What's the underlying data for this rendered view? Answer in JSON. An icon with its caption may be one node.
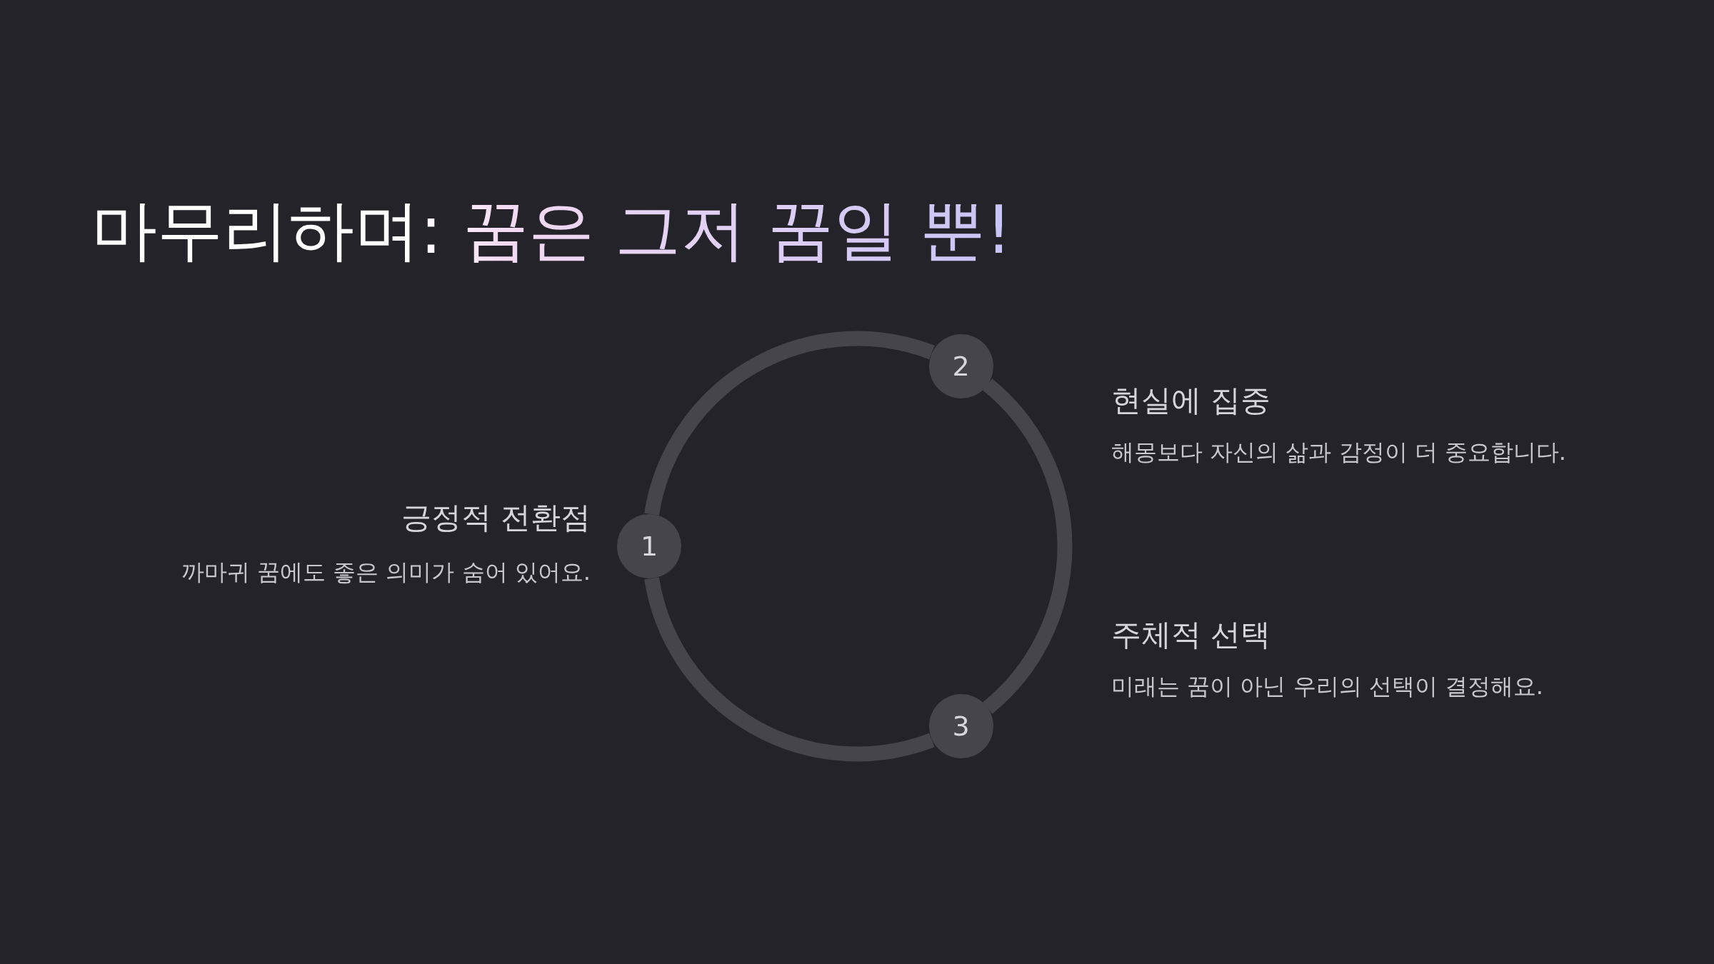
{
  "diagram": {
    "title": "마무리하며: 꿈은 그저 꿈일 뿐!",
    "nodes": [
      {
        "text": [
          "1"
        ],
        "beside": [
          "긍정적 전환점",
          "까마귀 꿈에도 좋은 의미가 숨어 있어요."
        ]
      },
      {
        "text": [
          "2"
        ],
        "beside": [
          "현실에 집중",
          "해몽보다 자신의 삶과 감정이 더 중요합니다."
        ]
      },
      {
        "text": [
          "3"
        ],
        "beside": [
          "주체적 선택",
          "미래는 꿈이 아닌 우리의 선택이 결정해요."
        ]
      }
    ],
    "edges": [
      {
        "from": 0,
        "to": 1,
        "arrow": "none"
      },
      {
        "from": 1,
        "to": 2,
        "arrow": "none"
      },
      {
        "from": 2,
        "to": 0,
        "arrow": "none"
      }
    ]
  }
}
